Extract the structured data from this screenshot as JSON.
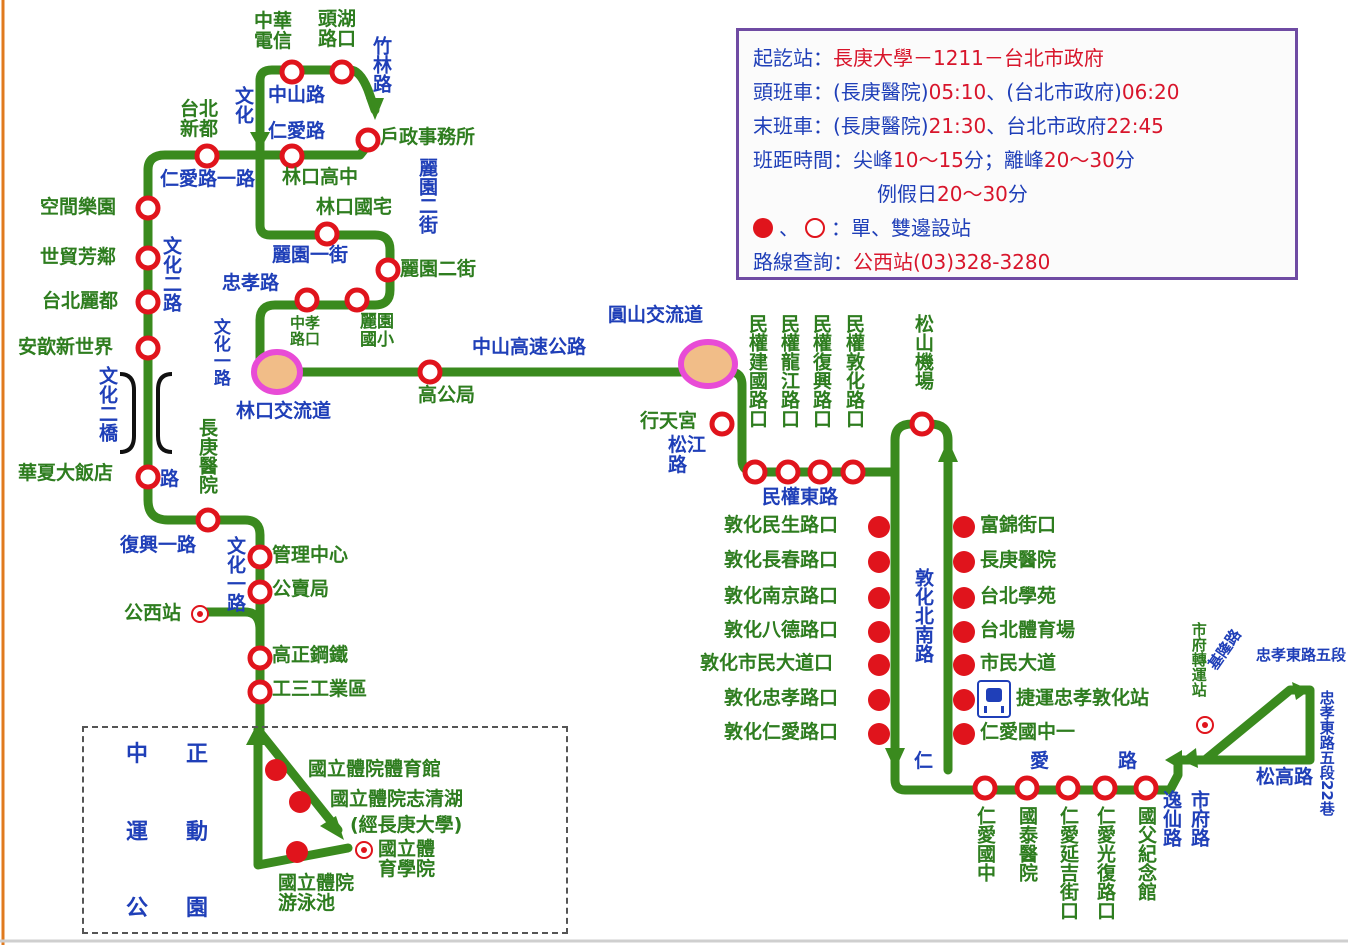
{
  "info": {
    "route_label": "起訖站：",
    "route_value": "長庚大學－1211－台北市政府",
    "first_label": "頭班車：",
    "first_value_a": "(長庚醫院)",
    "first_time_a": "05:10",
    "first_sep": "、",
    "first_value_b": "(台北市政府)",
    "first_time_b": "06:20",
    "last_label": "末班車：",
    "last_value_a": "(長庚醫院)",
    "last_time_a": "21:30",
    "last_sep": "、",
    "last_value_b": "台北市政府",
    "last_time_b": "22:45",
    "headway_label": "班距時間：",
    "peak_label": "尖峰",
    "peak_value": "10～15",
    "min_sep": "分；",
    "offpeak_label": "離峰",
    "offpeak_value": "20～30",
    "min_unit": "分",
    "holiday_label": "例假日",
    "holiday_value": "20～30",
    "holiday_unit": "分",
    "legend_sep": "、",
    "legend_text": "：單、雙邊設站",
    "query_label": "路線查詢：",
    "query_value": "公西站(03)328-3280"
  },
  "stations": {
    "zhonghua_dianxin": "中華電信",
    "touhu_lukou": "頭湖路口",
    "taibei_xindu": "台北新都",
    "huzheng": "戶政事務所",
    "linkou_gaozhong": "林口高中",
    "linkou_guozhai": "林口國宅",
    "kongjian_leyuan": "空間樂園",
    "shimao_fangxiang": "世貿芳鄰",
    "taibei_lidu": "台北麗都",
    "anxin_xinshijie": "安歆新世界",
    "liyuan_erjie_stn": "麗園二街",
    "zhongxiao_zhongxin": "中孝路口",
    "liyuan_guoxiao": "麗園國小",
    "gaogongju": "高公局",
    "huaxia_dafandian": "華夏大飯店",
    "changgeng_yiyuan_w": "長庚醫院",
    "guanli_zhongxin": "管理中心",
    "gongmai_ju": "公賣局",
    "gongxi_zhan": "公西站",
    "gaozheng_gangtie": "高正鋼鐵",
    "gongsan_gongyequ": "工三工業區",
    "tiyuan_tiyuguan": "國立體院體育館",
    "tiyuan_zhiqinghu": "國立體院志清湖",
    "jing_changgeng": "(經長庚大學)",
    "guoli_tiyu_xueyuan": "國立體育學院",
    "tiyuan_youyongchi": "國立體院游泳池",
    "xingtiangong": "行天宮",
    "minquan_jianguo": "民權建國路口",
    "minquan_longjiang": "民權龍江路口",
    "minquan_fuxing": "民權復興路口",
    "minquan_dunhua": "民權敦化路口",
    "songshan_jichang": "松山機場",
    "dunhua_minsheng": "敦化民生路口",
    "dunhua_changchun": "敦化長春路口",
    "dunhua_nanjing": "敦化南京路口",
    "dunhua_bade": "敦化八德路口",
    "dunhua_shimin": "敦化市民大道口",
    "dunhua_zhongxiao": "敦化忠孝路口",
    "dunhua_renai": "敦化仁愛路口",
    "fujin_jiekou": "富錦街口",
    "changgeng_yiyuan_e": "長庚醫院",
    "taibei_xueyuan": "台北學苑",
    "taibei_tiyuchang": "台北體育場",
    "shimin_dadao": "市民大道",
    "jieyun_zhongxiao_dunhua": "捷運忠孝敦化站",
    "renai_guozhong_1": "仁愛國中一",
    "renai_guozhong": "仁愛國中",
    "guotai_yiyuan": "國泰醫院",
    "renai_yanji": "仁愛延吉街口",
    "renai_guangfu": "仁愛光復路口",
    "guofu_jinianguan": "國父紀念館",
    "shifu_zhuanyunzhan": "市府轉運站",
    "linkou_jiaoliudao": "林口交流道",
    "yuanshan_jiaoliudao": "圓山交流道"
  },
  "roads": {
    "zhongshan_lu": "中山路",
    "renai_lu": "仁愛路",
    "wenhua_w1": "文化",
    "zhulin_lu": "竹林路",
    "renai_yilu": "仁愛路一路",
    "liyuan_erjie_v": "麗園二街",
    "liyuan_yijie": "麗園一街",
    "zhongxiao_lu": "忠孝路",
    "wenhua_erlu": "文化二路",
    "wenhua_yilu_top": "文化一路",
    "wenhua_erqiao": "文化二橋",
    "road_lu": "路",
    "zhongshan_gaosu": "中山高速公路",
    "fuxing_yilu": "復興一路",
    "wenhua_yilu_bottom": "文化一路",
    "songjiang_lu": "松江路",
    "minquan_donglu": "民權東路",
    "dunhua_beinan": "敦化北南路",
    "renai_ren": "仁",
    "renai_ai": "愛",
    "renai_lu_char": "路",
    "yuxian_lu": "逸仙路",
    "shifu_lu": "市府路",
    "jilong_lu": "基隆路",
    "zhongxiao_dong5": "忠孝東路五段",
    "zhongxiao_dong5_22": "忠孝東路五段22巷",
    "songgao_lu": "松高路"
  },
  "park": {
    "c1": "中",
    "c2": "正",
    "c3": "運",
    "c4": "動",
    "c5": "公",
    "c6": "園"
  },
  "colors": {
    "route": "#3a8a1e",
    "stop_red": "#e0141c",
    "label_green": "#2e7d1f",
    "label_blue": "#1f3fb8",
    "interchange": "#e84bd6"
  }
}
